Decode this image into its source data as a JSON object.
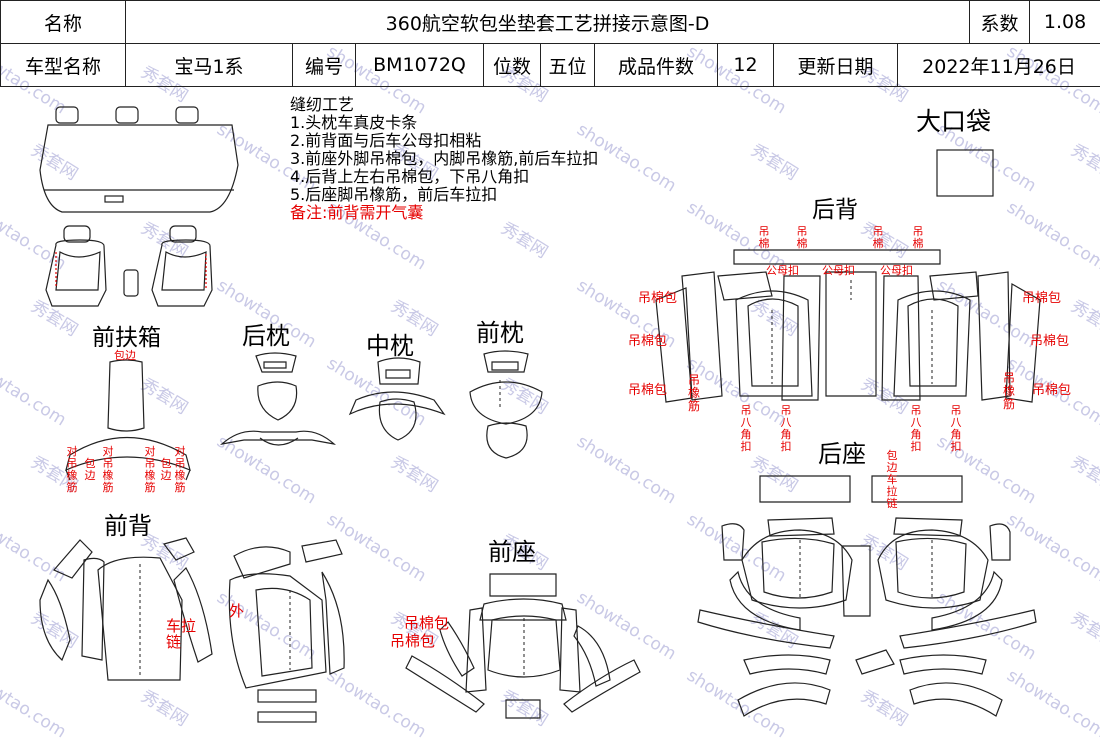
{
  "header": {
    "label_name": "名称",
    "title": "360航空软包坐垫套工艺拼接示意图-D",
    "label_coef": "系数",
    "coef": "1.08",
    "label_model": "车型名称",
    "model": "宝马1系",
    "label_code": "编号",
    "code": "BM1072Q",
    "label_seats": "位数",
    "seats": "五位",
    "label_pieces": "成品件数",
    "pieces": "12",
    "label_date": "更新日期",
    "date": "2022年11月26日"
  },
  "notes": {
    "heading": "缝纫工艺",
    "items": [
      "1.头枕车真皮卡条",
      "2.前背面与后车公母扣相粘",
      "3.前座外脚吊棉包，内脚吊橡筋,前后车拉扣",
      "4.后背上左右吊棉包，下吊八角扣",
      "5.后座脚吊橡筋，前后车拉扣"
    ],
    "remark": "备注:前背需开气囊"
  },
  "sections": {
    "armrest": "前扶箱",
    "rear_headrest": "后枕",
    "mid_headrest": "中枕",
    "front_headrest": "前枕",
    "front_back": "前背",
    "front_seat": "前座",
    "big_pocket": "大口袋",
    "rear_back": "后背",
    "rear_seat": "后座"
  },
  "labels": {
    "bao_bian": "包边",
    "dui_diao_xiang_jin": "对吊橡筋",
    "bao_bian_v": "包边",
    "che_la_lian": "车拉链",
    "wai": "外",
    "diao_mian_bao": "吊棉包",
    "diao_xiang_jin": "吊橡筋",
    "diao_mian": "吊棉",
    "gong_mu_kou": "公母扣",
    "diao_ba_jiao_kou": "吊八角扣",
    "bao_bian_che_la_lian": "包边车拉链"
  },
  "watermarks": [
    "showtao.com",
    "秀套网"
  ]
}
